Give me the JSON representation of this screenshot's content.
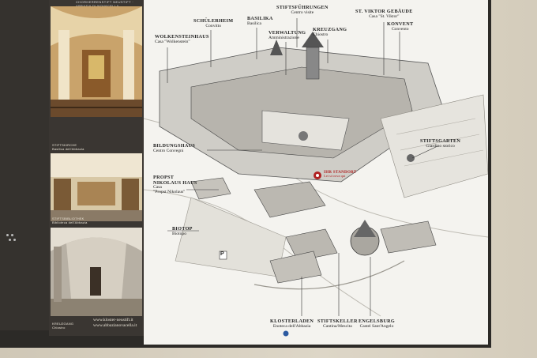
{
  "header": "CHORHERRENSTIFT NEUSTIFT · ABBAZIA DI NOVACELLA",
  "photos": [
    {
      "caption_1": "STIFTSKIRCHE",
      "caption_2": "Basilica dell'Abbazia"
    },
    {
      "caption_1": "STIFTSBIBLIOTHEK",
      "caption_2": "Biblioteca dell'Abbazia"
    },
    {
      "caption_1": "KREUZGANG",
      "caption_2": "Chiostro"
    }
  ],
  "website": {
    "line1": "www.kloster-neustift.it",
    "line2": "www.abbazianovacella.it"
  },
  "labels": {
    "wolkensteinhaus": {
      "t": "WOLKENSTEINHAUS",
      "s": "Casa \"Wolkenstein\""
    },
    "schuelerheim": {
      "t": "SCHÜLERHEIM",
      "s": "Convitto"
    },
    "basilika": {
      "t": "BASILIKA",
      "s": "Basilica"
    },
    "stiftsfuehrungen": {
      "t": "STIFTSFÜHRUNGEN",
      "s": "Centro visite"
    },
    "verwaltung": {
      "t": "VERWALTUNG",
      "s": "Amministrazione"
    },
    "kreuzgang": {
      "t": "KREUZGANG",
      "s": "Chiostro"
    },
    "st_viktor": {
      "t": "ST. VIKTOR GEBÄUDE",
      "s": "Casa \"St. Viktor\""
    },
    "konvent": {
      "t": "KONVENT",
      "s": "Convento"
    },
    "stiftsgarten": {
      "t": "STIFTSGARTEN",
      "s": "Giardino storico"
    },
    "bildungshaus": {
      "t": "BILDUNGSHAUS",
      "s": "Centro Convegni"
    },
    "propst": {
      "t": "PROPST",
      "t2": "NIKOLAUS HAUS",
      "s": "Casa",
      "s2": "\"Propst Nikolaus\""
    },
    "biotop": {
      "t": "BIOTOP",
      "s": "Biotopo"
    },
    "standort": {
      "t": "IHR STANDORT",
      "s": "Lei si trova qui"
    },
    "klosterladen": {
      "t": "KLOSTERLADEN",
      "s": "Enoteca dell'Abbazia"
    },
    "stiftskeller": {
      "t": "STIFTSKELLER",
      "s": "Cantina/Mescita"
    },
    "engelsburg": {
      "t": "ENGELSBURG",
      "s": "Castel Sant'Angelo"
    },
    "parking": "P"
  },
  "colors": {
    "frame": "#2c2a27",
    "map_bg": "#f4f3ef",
    "wall": "#d9d2c3",
    "marker": "#b02020"
  }
}
